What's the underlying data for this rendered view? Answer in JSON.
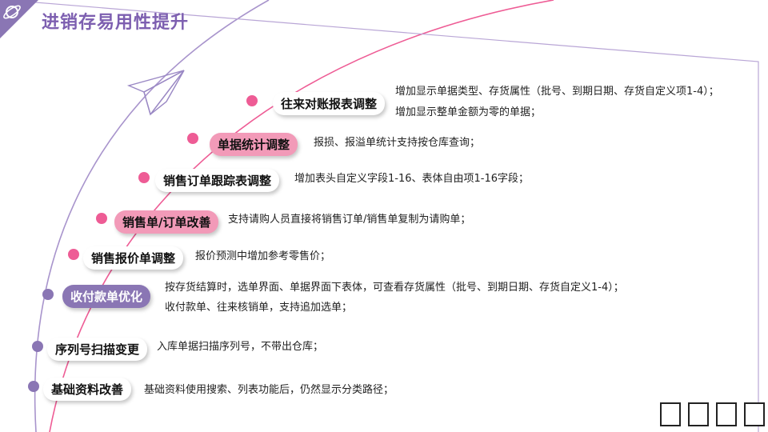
{
  "title": "进销存易用性提升",
  "colors": {
    "pink": "#ee5c95",
    "pink_light": "#f29ab8",
    "purple": "#8a76b4",
    "title_purple": "#7d5fb0"
  },
  "items": [
    {
      "label": "往来对账报表调整",
      "desc1": "增加显示单据类型、存货属性（批号、到期日期、存货自定义项1-4）；",
      "desc2": "增加显示整单金额为零的单据；"
    },
    {
      "label": "单据统计调整",
      "desc1": "报损、报溢单统计支持按仓库查询；"
    },
    {
      "label": "销售订单跟踪表调整",
      "desc1": "增加表头自定义字段1-16、表体自由项1-16字段；"
    },
    {
      "label": "销售单/订单改善",
      "desc1": "支持请购人员直接将销售订单/销售单复制为请购单；"
    },
    {
      "label": "销售报价单调整",
      "desc1": "报价预测中增加参考零售价；"
    },
    {
      "label": "收付款单优化",
      "desc1": "按存货结算时，选单界面、单据界面下表体，可查看存货属性（批号、到期日期、存货自定义1-4）；",
      "desc2": "收付款单、往来核销单，支持追加选单；"
    },
    {
      "label": "序列号扫描变更",
      "desc1": "入库单据扫描序列号，不带出仓库；"
    },
    {
      "label": "基础资料改善",
      "desc1": "基础资料使用搜索、列表功能后，仍然显示分类路径；"
    }
  ]
}
